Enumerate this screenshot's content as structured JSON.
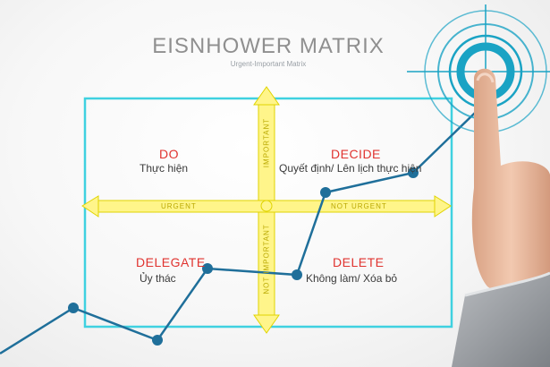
{
  "title": "EISNHOWER MATRIX",
  "subtitle": "Urgent-Important Matrix",
  "quadrants": [
    {
      "id": "do",
      "heading": "DO",
      "subtitle": "Thực hiện"
    },
    {
      "id": "decide",
      "heading": "DECIDE",
      "subtitle": "Quyết định/ Lên lịch thực hiện"
    },
    {
      "id": "delegate",
      "heading": "DELEGATE",
      "subtitle": "Ủy thác"
    },
    {
      "id": "delete",
      "heading": "DELETE",
      "subtitle": "Không làm/ Xóa bỏ"
    }
  ],
  "axes": {
    "horizontal_left": "URGENT",
    "horizontal_right": "NOT URGENT",
    "vertical_top": "IMPORTANT",
    "vertical_bottom": "NOT IMPORTANT"
  },
  "colors": {
    "frame": "#3fd1e0",
    "arrow": "#ffef4a",
    "line": "#1f6f9a",
    "target": "#1aa3c4",
    "heading": "#e0332f",
    "title": "#8f8f8f"
  },
  "icons": [
    "target-icon",
    "hand-pointer"
  ]
}
